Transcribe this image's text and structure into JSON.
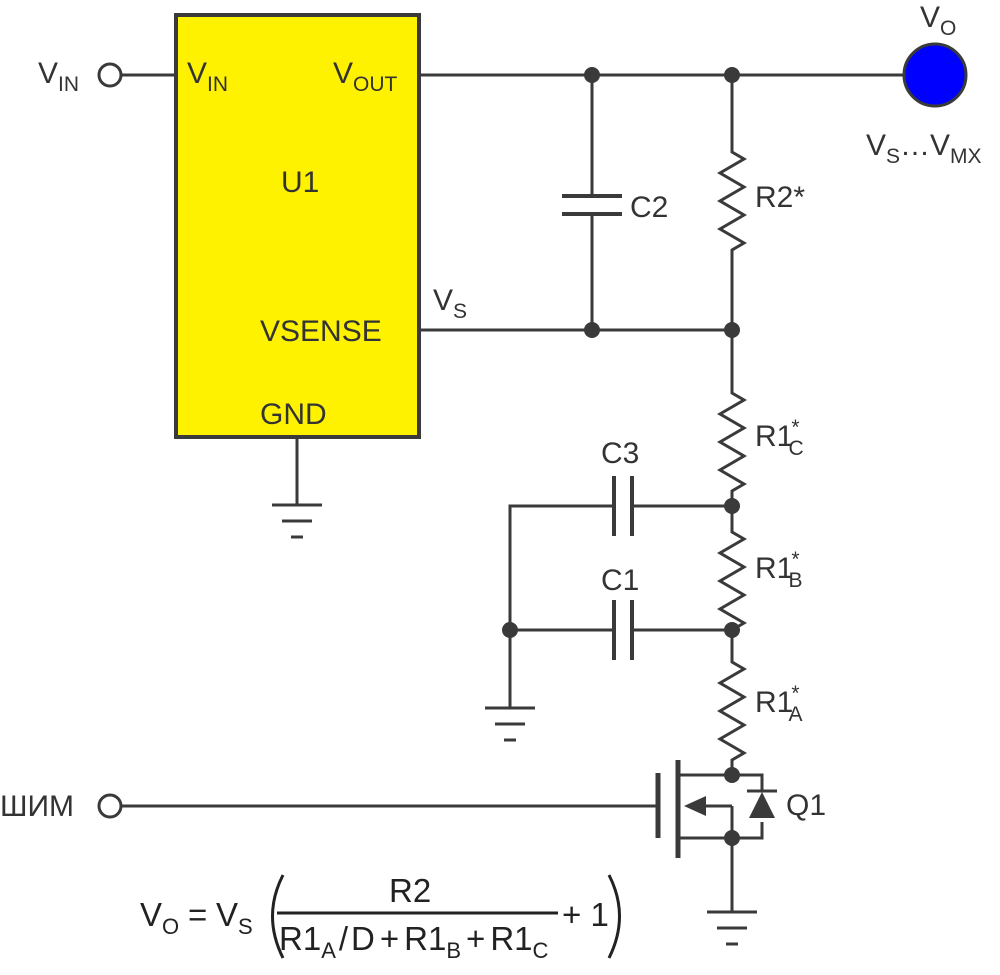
{
  "colors": {
    "chip_fill": "#fff200",
    "output_node": "#0000ff",
    "wire": "#3a3a3a"
  },
  "labels": {
    "vin_main": "V",
    "vin_sub": "IN",
    "pin_vin_main": "V",
    "pin_vin_sub": "IN",
    "pin_vout_main": "V",
    "pin_vout_sub": "OUT",
    "chip_name": "U1",
    "pin_vsense": "VSENSE",
    "pin_gnd": "GND",
    "vs_main": "V",
    "vs_sub": "S",
    "vo_main": "V",
    "vo_sub": "O",
    "range_main_1": "V",
    "range_sub_1": "S",
    "range_dots": "…",
    "range_main_2": "V",
    "range_sub_2": "MX",
    "c2": "C2",
    "c3": "C3",
    "c1": "C1",
    "r2": "R2*",
    "r1c_main": "R1",
    "r1c_sup": "*",
    "r1c_sub": "C",
    "r1b_main": "R1",
    "r1b_sup": "*",
    "r1b_sub": "B",
    "r1a_main": "R1",
    "r1a_sup": "*",
    "r1a_sub": "A",
    "q1": "Q1",
    "pwm": "ШИМ"
  },
  "formula": {
    "lhs_main": "V",
    "lhs_sub": "O",
    "equals": "=",
    "vs_main": "V",
    "vs_sub": "S",
    "numerator": "R2",
    "den_r1a_main": "R1",
    "den_r1a_sub": "A",
    "den_div": "/",
    "den_d": "D",
    "den_plus1": "+",
    "den_r1b_main": "R1",
    "den_r1b_sub": "B",
    "den_plus2": "+",
    "den_r1c_main": "R1",
    "den_r1c_sub": "C",
    "plus_one": "+ 1"
  }
}
